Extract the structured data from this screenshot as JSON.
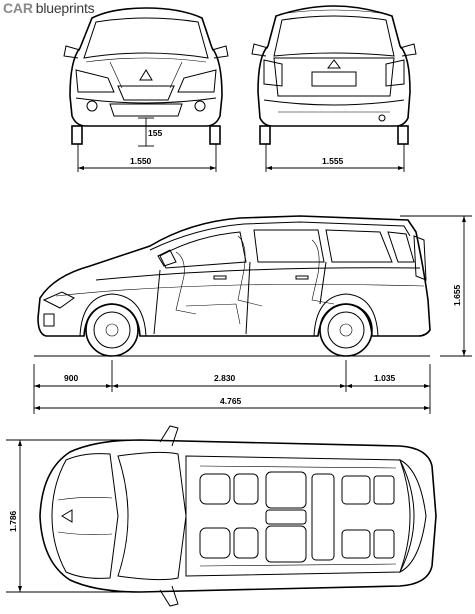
{
  "logo": {
    "car": "CAR",
    "blueprints": "blueprints"
  },
  "dimensions": {
    "front_ground_clearance": "155",
    "front_track": "1.550",
    "rear_track": "1.555",
    "height": "1.655",
    "front_overhang": "900",
    "wheelbase": "2.830",
    "rear_overhang": "1.035",
    "length": "4.765",
    "width": "1.786"
  }
}
